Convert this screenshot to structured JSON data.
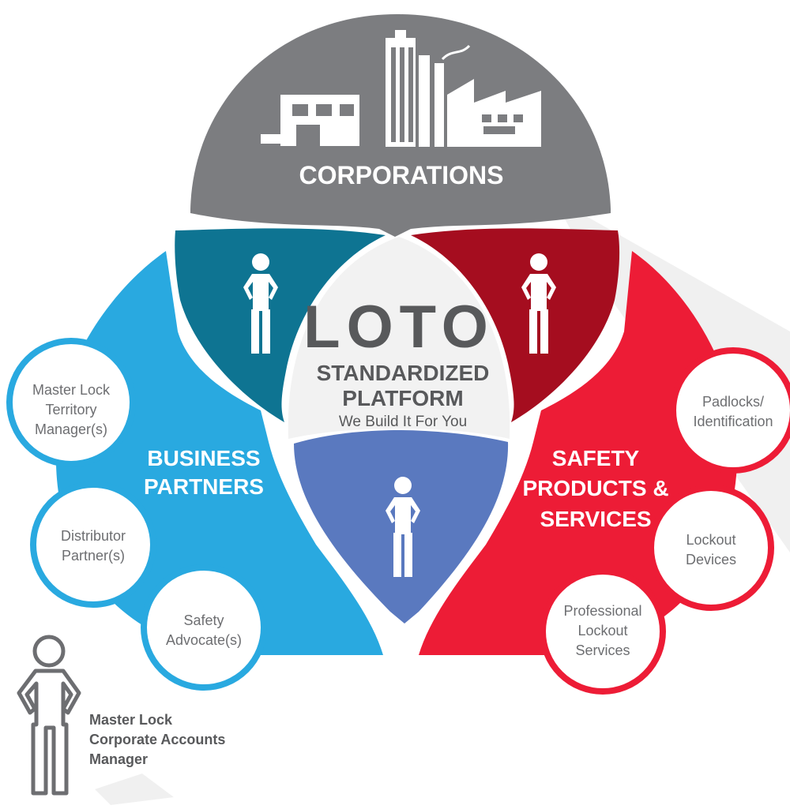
{
  "corporations": {
    "label": "CORPORATIONS",
    "color": "#7c7d80"
  },
  "center": {
    "title": "LOTO",
    "line1": "STANDARDIZED",
    "line2": "PLATFORM",
    "tagline": "We Build It For You",
    "color": "#58595b"
  },
  "business_partners": {
    "label_line1": "BUSINESS",
    "label_line2": "PARTNERS",
    "color": "#29a9e0",
    "items": [
      {
        "lines": [
          "Master Lock",
          "Territory",
          "Manager(s)"
        ]
      },
      {
        "lines": [
          "Distributor",
          "Partner(s)"
        ]
      },
      {
        "lines": [
          "Safety",
          "Advocate(s)"
        ]
      }
    ]
  },
  "safety_products": {
    "label_line1": "SAFETY",
    "label_line2": "PRODUCTS &",
    "label_line3": "SERVICES",
    "color": "#ed1c36",
    "items": [
      {
        "lines": [
          "Padlocks/",
          "Identification"
        ]
      },
      {
        "lines": [
          "Lockout",
          "Devices"
        ]
      },
      {
        "lines": [
          "Professional",
          "Lockout",
          "Services"
        ]
      }
    ]
  },
  "overlaps": {
    "teal": "#0e7492",
    "dark_red": "#a50d1f",
    "blue": "#5a79bf"
  },
  "manager": {
    "lines": [
      "Master Lock",
      "Corporate Accounts",
      "Manager"
    ],
    "color": "#58595b"
  },
  "icons": {
    "buildings": "buildings-icon",
    "person": "person-icon"
  }
}
